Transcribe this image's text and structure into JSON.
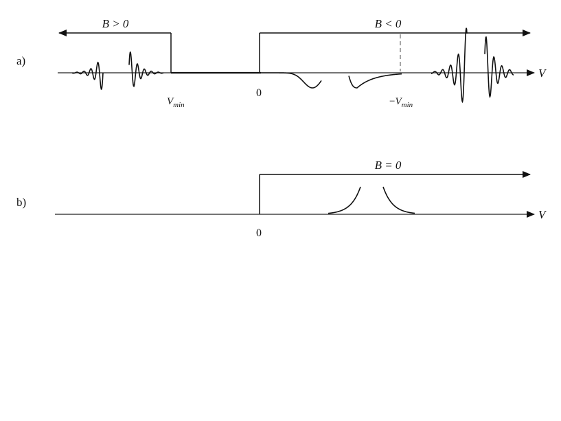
{
  "panel_a": {
    "label": "a)",
    "region_positive": "B > 0",
    "region_negative": "B < 0",
    "axis_label": "V",
    "tick_vmin": {
      "base": "V",
      "sub": "min"
    },
    "tick_zero": "0",
    "tick_neg_vmin": {
      "prefix": "−",
      "base": "V",
      "sub": "min"
    }
  },
  "panel_b": {
    "label": "b)",
    "region_zero": "B = 0",
    "axis_label": "V",
    "tick_zero": "0"
  },
  "colors": {
    "ink": "#111111",
    "axis": "#222222",
    "dashed": "#777777"
  }
}
